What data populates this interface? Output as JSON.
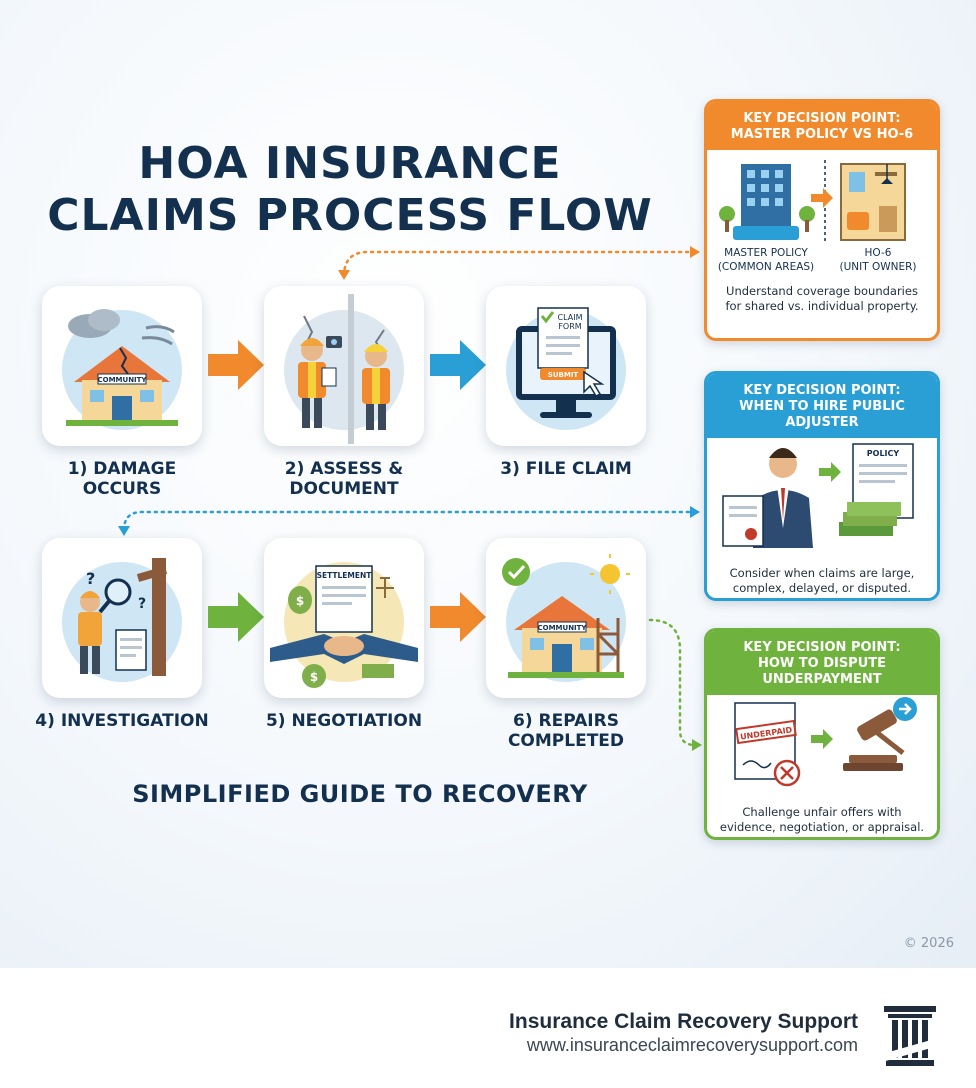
{
  "title": {
    "line1": "HOA INSURANCE",
    "line2": "CLAIMS PROCESS FLOW"
  },
  "steps": [
    {
      "label_line1": "1) DAMAGE",
      "label_line2": "OCCURS",
      "icon": "damaged-house-icon",
      "sign": "COMMUNITY"
    },
    {
      "label_line1": "2) ASSESS &",
      "label_line2": "DOCUMENT",
      "icon": "inspectors-icon"
    },
    {
      "label_line1": "3) FILE CLAIM",
      "label_line2": "",
      "icon": "claim-form-monitor-icon",
      "sign_line1": "CLAIM",
      "sign_line2": "FORM",
      "button": "SUBMIT"
    },
    {
      "label_line1": "4) INVESTIGATION",
      "label_line2": "",
      "icon": "investigator-icon"
    },
    {
      "label_line1": "5) NEGOTIATION",
      "label_line2": "",
      "icon": "handshake-settlement-icon",
      "sign": "SETTLEMENT"
    },
    {
      "label_line1": "6) REPAIRS",
      "label_line2": "COMPLETED",
      "icon": "repaired-house-icon",
      "sign": "COMMUNITY"
    }
  ],
  "subtitle": "SIMPLIFIED GUIDE TO RECOVERY",
  "decisions": [
    {
      "heading_line1": "KEY DECISION POINT:",
      "heading_line2": "MASTER POLICY VS HO-6",
      "left_label_line1": "MASTER POLICY",
      "left_label_line2": "(COMMON AREAS)",
      "right_label_line1": "HO-6",
      "right_label_line2": "(UNIT OWNER)",
      "desc_line1": "Understand coverage boundaries",
      "desc_line2": "for shared vs. individual property.",
      "color": "#f08a2c"
    },
    {
      "heading_line1": "KEY DECISION POINT:",
      "heading_line2": "WHEN TO HIRE PUBLIC",
      "heading_line3": "ADJUSTER",
      "doc_label": "POLICY",
      "desc_line1": "Consider when claims are large,",
      "desc_line2": "complex, delayed, or disputed.",
      "color": "#2a9fd6"
    },
    {
      "heading_line1": "KEY DECISION POINT:",
      "heading_line2": "HOW TO DISPUTE",
      "heading_line3": "UNDERPAYMENT",
      "stamp": "UNDERPAID",
      "desc_line1": "Challenge unfair offers with",
      "desc_line2": "evidence, negotiation, or appraisal.",
      "color": "#6fb33e"
    }
  ],
  "copyright": "© 2026",
  "footer": {
    "company": "Insurance Claim Recovery Support",
    "url": "www.insuranceclaimrecoverysupport.com",
    "logo": "pillar-logo-icon"
  },
  "colors": {
    "navy": "#14304f",
    "orange": "#f08a2c",
    "blue": "#2a9fd6",
    "green": "#6fb33e"
  }
}
